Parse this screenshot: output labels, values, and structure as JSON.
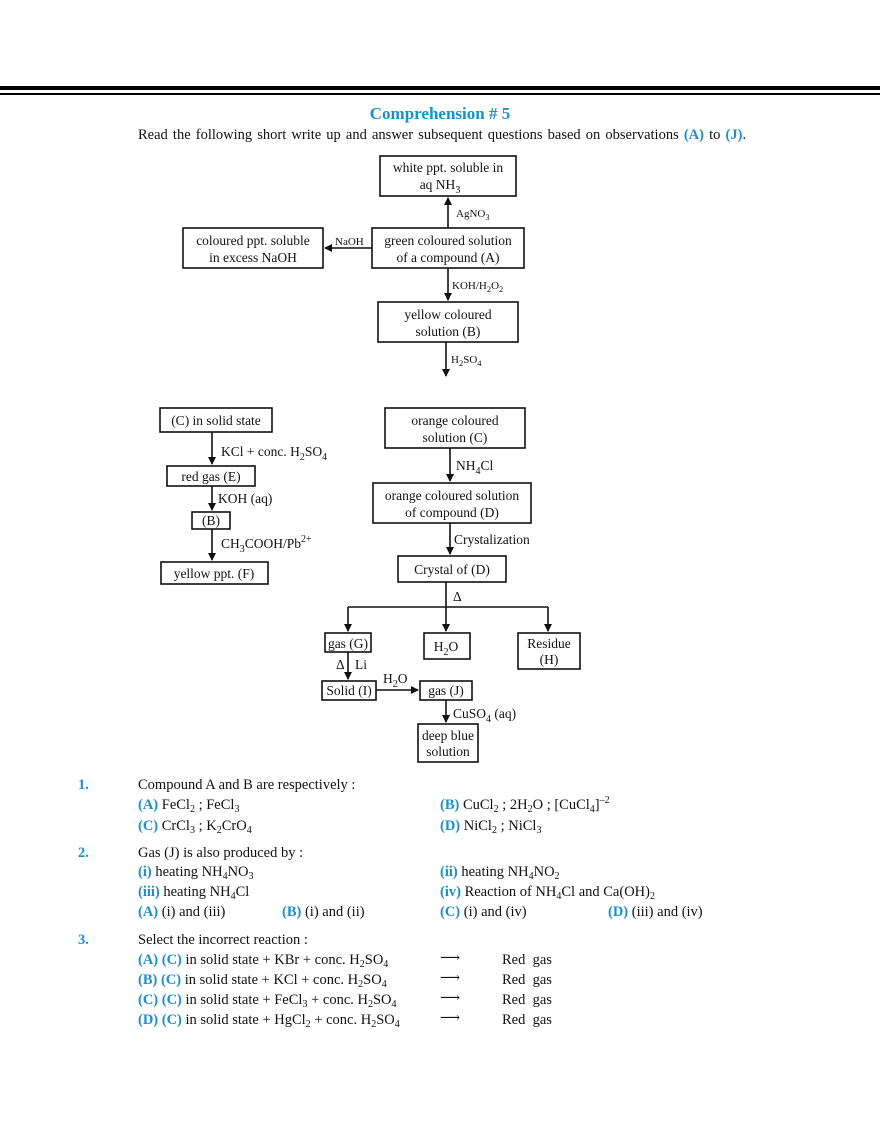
{
  "header": {
    "title": "Comprehension # 5"
  },
  "intro": {
    "text": "Read the following short write up and answer subsequent questions based on observations",
    "from": "(A)",
    "to_word": "to",
    "to": "(J)",
    "end": "."
  },
  "diagram": {
    "box_top": [
      "white ppt. soluble in",
      "aq NH"
    ],
    "box_A": [
      "green coloured solution",
      "of a compound (A)"
    ],
    "box_left": [
      "coloured ppt. soluble",
      "in excess NaOH"
    ],
    "box_B": [
      "yellow coloured",
      "solution (B)"
    ],
    "label_agno3": "AgNO",
    "label_naoh": "NaOH",
    "label_koh_h2o2": "KOH/H",
    "label_h2so4": "SO",
    "box_C_solid": "(C) in solid state",
    "label_kcl": "KCl + conc. H",
    "box_E": "red gas (E)",
    "label_koh_aq": "KOH (aq)",
    "box_B2": "(B)",
    "label_ch3cooh": "CH",
    "label_ch3cooh_rest": "COOH/Pb",
    "label_pb_charge": "2+",
    "box_F": "yellow ppt. (F)",
    "box_C_orange": [
      "orange coloured",
      "solution (C)"
    ],
    "label_nh4cl": "NH",
    "label_nh4cl_rest": "Cl",
    "box_D": [
      "orange coloured solution",
      "of compound (D)"
    ],
    "label_cryst": "Crystalization",
    "box_crystal": "Crystal of (D)",
    "label_delta": "Δ",
    "box_G": "gas (G)",
    "box_H2O": "H",
    "box_H2O_rest": "O",
    "box_residue": [
      "Residue",
      "(H)"
    ],
    "label_delta_li": "Δ",
    "label_li": "Li",
    "box_I": "Solid (I)",
    "label_h2o": "H",
    "label_h2o_rest": "O",
    "box_J": "gas (J)",
    "label_cuso4": "CuSO",
    "label_cuso4_rest": "(aq)",
    "box_blue": [
      "deep blue",
      "solution"
    ],
    "sub_2": "2",
    "sub_3": "3",
    "sub_4": "4"
  },
  "questions": [
    {
      "num": "1.",
      "text": "Compound A and B are respectively :",
      "options": {
        "A_label": "(A)",
        "A": "FeCl2 ; FeCl3",
        "B_label": "(B)",
        "B": "CuCl2 ; 2H2O ; [CuCl4]−2",
        "C_label": "(C)",
        "C": "CrCl3 ; K2CrO4",
        "D_label": "(D)",
        "D": "NiCl2 ; NiCl3"
      }
    },
    {
      "num": "2.",
      "text": "Gas (J) is also produced by :",
      "statements": {
        "i_label": "(i)",
        "i": "heating NH4NO3",
        "ii_label": "(ii)",
        "ii": "heating NH4NO2",
        "iii_label": "(iii)",
        "iii": "heating NH4Cl",
        "iv_label": "(iv)",
        "iv": "Reaction of NH4Cl and Ca(OH)2"
      },
      "options": {
        "A_label": "(A)",
        "A": "(i) and (iii)",
        "B_label": "(B)",
        "B": "(i) and (ii)",
        "C_label": "(C)",
        "C": "(i) and (iv)",
        "D_label": "(D)",
        "D": "(iii) and (iv)"
      }
    },
    {
      "num": "3.",
      "text": "Select the incorrect reaction :",
      "options": {
        "A_label": "(A) (C)",
        "A": "in solid state + KBr + conc. H2SO4",
        "B_label": "(B) (C)",
        "B": "in solid state + KCl + conc. H2SO4",
        "C_label": "(C) (C)",
        "C": "in solid state + FeCl3 + conc. H2SO4",
        "D_label": "(D) (C)",
        "D": "in solid state + HgCl2 + conc. H2SO4",
        "arrow": "⟶",
        "product": "Red  gas"
      }
    }
  ]
}
